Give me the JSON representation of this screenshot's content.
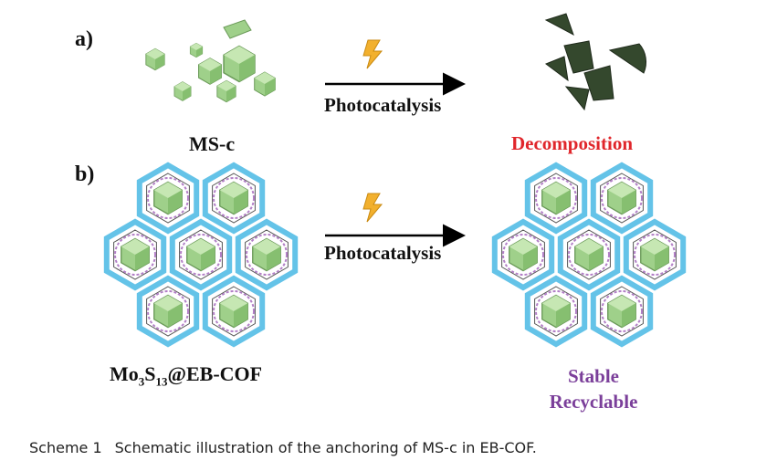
{
  "panel_a": {
    "label": "a)",
    "left_label": "MS-c",
    "arrow_label": "Photocatalysis",
    "right_label": "Decomposition"
  },
  "panel_b": {
    "label": "b)",
    "left_label_base": "Mo",
    "left_sub1": "3",
    "left_mid": "S",
    "left_sub2": "13",
    "left_tail": "@EB-COF",
    "arrow_label": "Photocatalysis",
    "right_label_line1": "Stable",
    "right_label_line2": "Recyclable"
  },
  "caption": {
    "tag": "Scheme 1",
    "text": "Schematic illustration of the anchoring of MS-c in EB-COF."
  },
  "colors": {
    "cluster_green": "#9fd08a",
    "dark_green": "#34482d",
    "cof_blue": "#64c3e8",
    "linker_purple": "#b27fc6",
    "lightning": "#f2b02e",
    "red_text": "#e0262b",
    "purple_text": "#7b3f9a"
  }
}
